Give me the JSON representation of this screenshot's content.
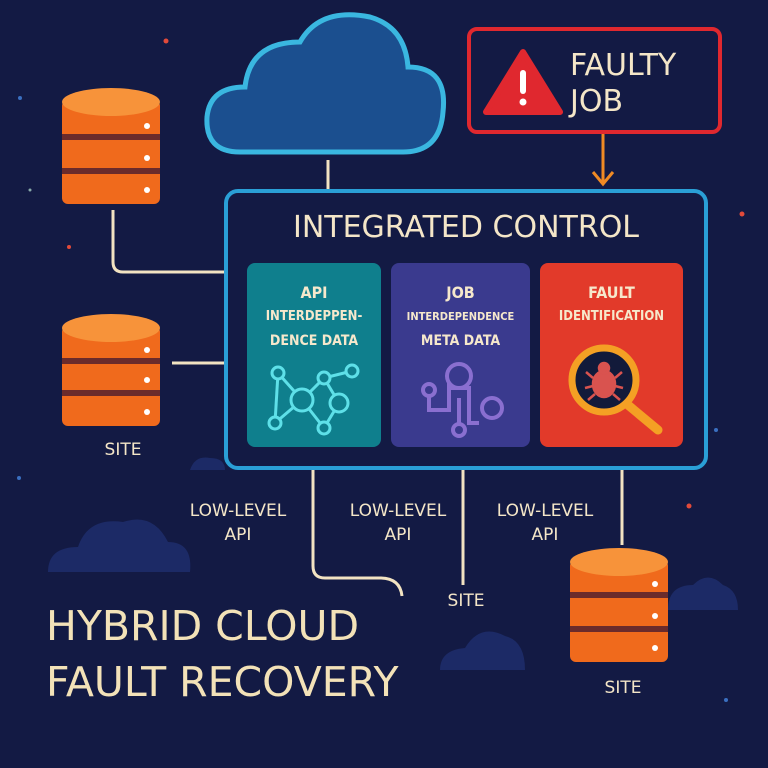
{
  "title": [
    "HYBRID CLOUD",
    "FAULT RECOVERY"
  ],
  "faulty_job": [
    "FAULTY",
    "JOB"
  ],
  "control": {
    "title": "INTEGRATED CONTROL",
    "panels": [
      {
        "lines": [
          "API",
          "INTERDEPPEN-",
          "DENCE DATA"
        ],
        "color": "#0f7f8d"
      },
      {
        "lines": [
          "JOB",
          "INTERDEPENDENCE",
          "META DATA"
        ],
        "color": "#3a3a8e"
      },
      {
        "lines": [
          "FAULT",
          "IDENTIFICATION"
        ],
        "color": "#e23a2a"
      }
    ]
  },
  "sites": [
    "SITE",
    "SITE",
    "SITE"
  ],
  "api_labels": [
    [
      "LOW-LEVEL",
      "API"
    ],
    [
      "LOW-LEVEL",
      "API"
    ],
    [
      "LOW-LEVEL",
      "API"
    ]
  ],
  "colors": {
    "background": "#131a44",
    "accent": "#2a9fd6",
    "alert": "#e0282f",
    "arrow": "#f08a24"
  }
}
